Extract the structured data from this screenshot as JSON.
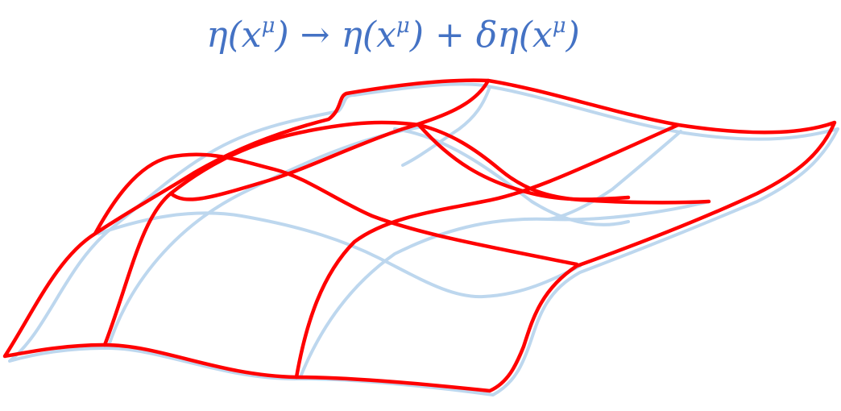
{
  "equation": {
    "lhs_symbol": "η",
    "lhs_paren_open": "(",
    "lhs_variable": "x",
    "lhs_index": "μ",
    "lhs_paren_close": ")",
    "arrow": "→",
    "rhs_symbol": "η",
    "rhs_paren_open": "(",
    "rhs_variable": "x",
    "rhs_index": "μ",
    "rhs_paren_close": ")",
    "plus": "+",
    "variation_symbol": "δη",
    "var_paren_open": "(",
    "var_variable": "x",
    "var_index": "μ",
    "var_paren_close": ")"
  },
  "colors": {
    "equation_text": "#4472C4",
    "original_surface": "#BDD7EE",
    "deformed_surface": "#FF0000"
  }
}
